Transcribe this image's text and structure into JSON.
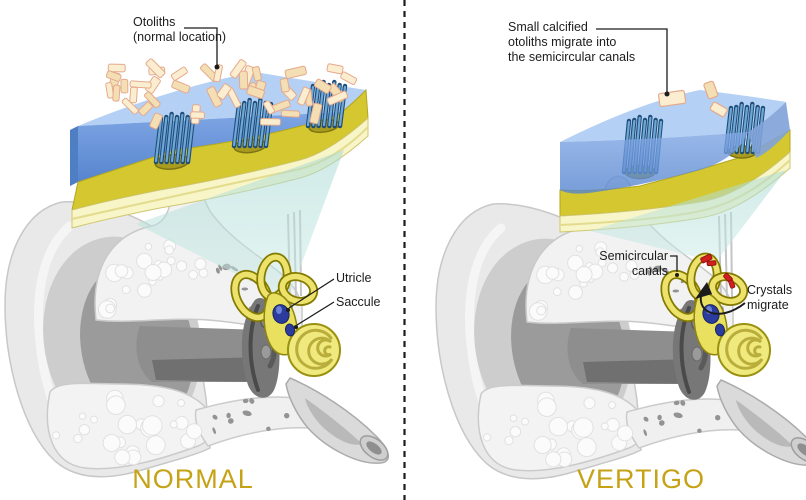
{
  "left_panel": {
    "title": "NORMAL",
    "otoliths_label_line1": "Otoliths",
    "otoliths_label_line2": "(normal location)",
    "utricle_label": "Utricle",
    "saccule_label": "Saccule"
  },
  "right_panel": {
    "title": "VERTIGO",
    "migrate_label_line1": "Small calcified",
    "migrate_label_line2": "otoliths migrate into",
    "migrate_label_line3": "the semicircular canals",
    "semicircular_label_line1": "Semicircular",
    "semicircular_label_line2": "canals",
    "crystals_label_line1": "Crystals",
    "crystals_label_line2": "migrate"
  },
  "colors": {
    "title_text": "#C6A216",
    "label_text": "#1C1C1C",
    "divider": "#1C1C1C",
    "gel_blue": "#5C8DD6",
    "gel_top_blue": "#B4D0F4",
    "macula_yellow": "#D4C72F",
    "base_cream": "#F8F5C9",
    "hair_cell_blue": "#6FA8D6",
    "otolith_cream": "#FBEED0",
    "otolith_outline": "#E5A98C",
    "labyrinth_yellow": "#EDE26B",
    "labyrinth_outline": "#847A00",
    "utricle_saccule_blue": "#2B3C9E",
    "crystal_red": "#D01F1F",
    "funnel_teal": "#9ED4CE",
    "ear_gray_light": "#E9E9E9",
    "ear_gray_mid": "#CDCDCD",
    "ear_gray_dark": "#9B9B9B",
    "bone_fill": "#F2F2F2"
  }
}
